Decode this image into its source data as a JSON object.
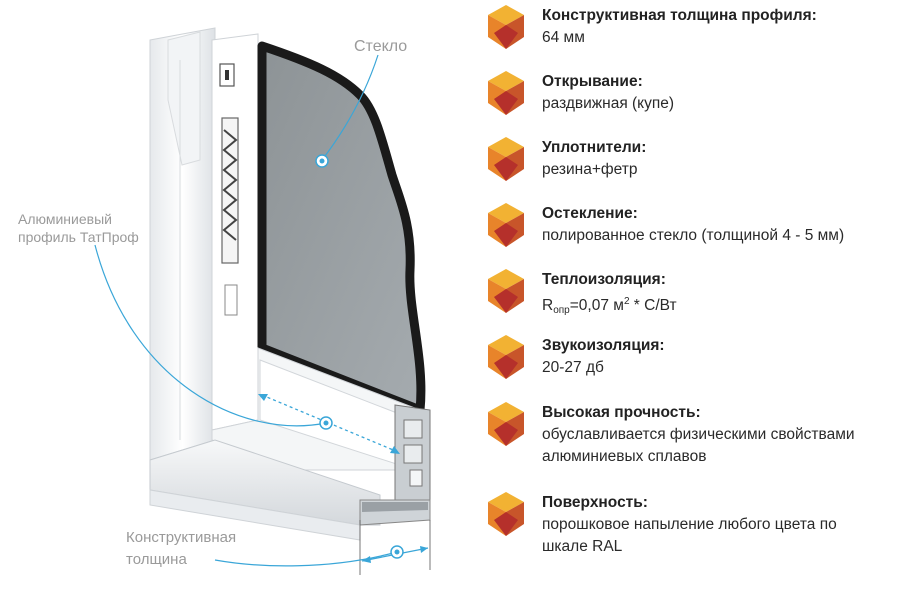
{
  "diagram": {
    "callouts": {
      "glass": "Стекло",
      "profile_line1": "Алюминиевый",
      "profile_line2": "профиль ТатПроф",
      "thickness_line1": "Конструктивная",
      "thickness_line2": "толщина"
    }
  },
  "features": [
    {
      "title": "Конструктивная толщина профиля:",
      "value": "64 мм"
    },
    {
      "title": "Открывание:",
      "value": "раздвижная (купе)"
    },
    {
      "title": "Уплотнители:",
      "value": "резина+фетр"
    },
    {
      "title": "Остекление:",
      "value": "полированное стекло (толщиной 4 - 5 мм)"
    },
    {
      "title": "Теплоизоляция:",
      "value_prefix": "R",
      "value_sub": "опр",
      "value_mid": "=0,07 м",
      "value_sup": "2",
      "value_suffix": " * С/Вт"
    },
    {
      "title": "Звукоизоляция:",
      "value": "20-27 дб"
    },
    {
      "title": "Высокая прочность:",
      "value_line1": "обуславливается физическими свойствами",
      "value_line2": "алюминиевых сплавов"
    },
    {
      "title": "Поверхность:",
      "value_line1": "порошковое напыление любого цвета по",
      "value_line2": "шкале RAL"
    }
  ],
  "icon_names": [
    "gem-icon"
  ],
  "colors": {
    "gem_top": "#f2b233",
    "gem_left": "#e8842a",
    "gem_right": "#c8552a",
    "gem_bottom": "#b5302b",
    "callout_line": "#3aa6d8"
  }
}
